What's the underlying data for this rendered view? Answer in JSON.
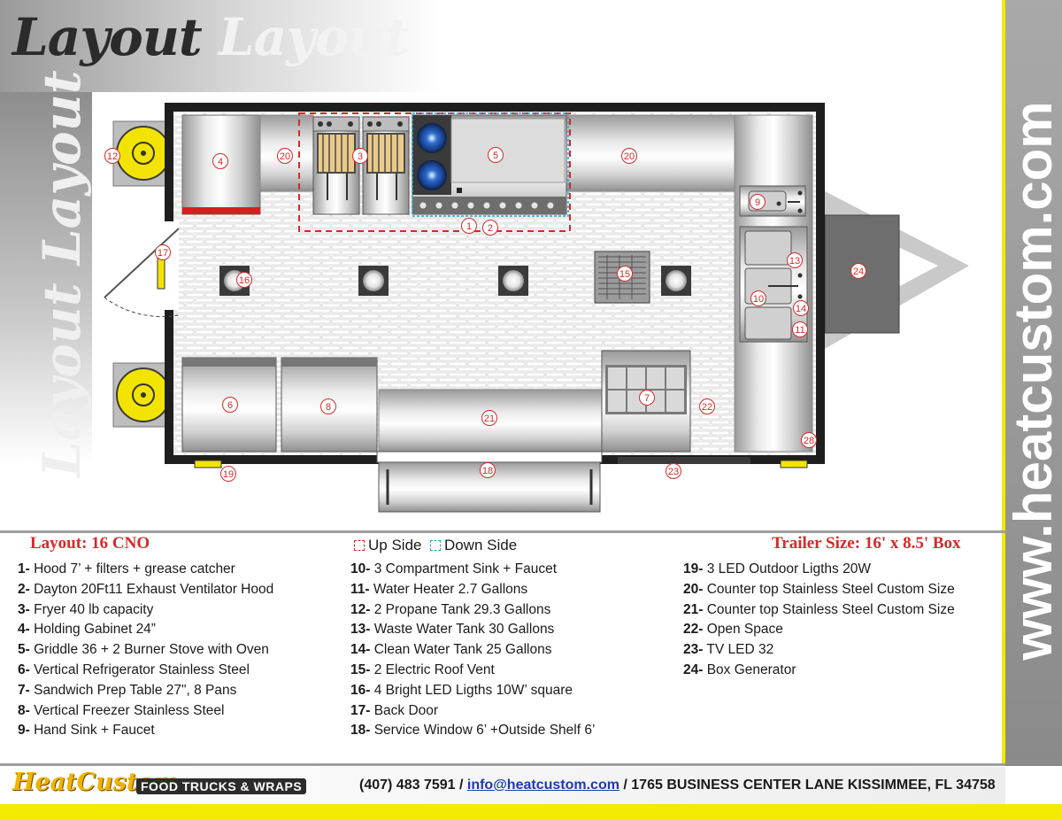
{
  "header": {
    "title_dark": "Layout",
    "title_light": "Layout",
    "side_title": "Layout Layout"
  },
  "side_url": "www.heatcustom.com",
  "layout_name": "Layout: 16 CNO",
  "trailer_size": "Trailer Size: 16' x 8.5' Box",
  "key": {
    "up": "Up Side",
    "down": "Down Side",
    "up_color": "#d42a2a",
    "down_color": "#2aa3d4"
  },
  "callouts": [
    "1",
    "2",
    "3",
    "4",
    "5",
    "6",
    "7",
    "8",
    "9",
    "10",
    "11",
    "12",
    "13",
    "14",
    "15",
    "16",
    "17",
    "18",
    "19",
    "20",
    "20",
    "21",
    "22",
    "23",
    "24",
    "28"
  ],
  "legend": [
    {
      "n": "1-",
      "t": " Hood 7’ + filters + grease catcher"
    },
    {
      "n": "2-",
      "t": " Dayton 20Ft11 Exhaust Ventilator Hood"
    },
    {
      "n": "3-",
      "t": " Fryer 40 lb capacity"
    },
    {
      "n": "4-",
      "t": " Holding Gabinet 24”"
    },
    {
      "n": "5-",
      "t": " Griddle 36 + 2 Burner  Stove with Oven"
    },
    {
      "n": "6-",
      "t": " Vertical Refrigerator Stainless Steel"
    },
    {
      "n": "7-",
      "t": " Sandwich Prep Table 27\", 8 Pans"
    },
    {
      "n": "8-",
      "t": " Vertical Freezer Stainless Steel"
    },
    {
      "n": "9-",
      "t": " Hand Sink + Faucet"
    },
    {
      "n": "10-",
      "t": "  3 Compartment Sink + Faucet"
    },
    {
      "n": "11-",
      "t": " Water Heater 2.7 Gallons"
    },
    {
      "n": "12-",
      "t": " 2 Propane Tank 29.3 Gallons"
    },
    {
      "n": "13-",
      "t": " Waste Water Tank 30 Gallons"
    },
    {
      "n": "14-",
      "t": " Clean Water Tank 25 Gallons"
    },
    {
      "n": "15-",
      "t": " 2 Electric Roof Vent"
    },
    {
      "n": "16-",
      "t": " 4 Bright LED Ligths 10W’ square"
    },
    {
      "n": "17-",
      "t": " Back Door"
    },
    {
      "n": "18-",
      "t": " Service Window 6’ +Outside Shelf 6’"
    },
    {
      "n": "19-",
      "t": " 3 LED Outdoor Ligths 20W"
    },
    {
      "n": "20-",
      "t": " Counter top Stainless Steel Custom Size"
    },
    {
      "n": "21-",
      "t": " Counter top Stainless Steel Custom Size"
    },
    {
      "n": "22-",
      "t": " Open Space"
    },
    {
      "n": "23-",
      "t": " TV LED 32"
    },
    {
      "n": "24-",
      "t": " Box Generator"
    }
  ],
  "footer": {
    "logo": "HeatCustom",
    "badge": "FOOD TRUCKS & WRAPS",
    "phone": "(407) 483 7591",
    "sep1": " / ",
    "email": " info@heatcustom.com",
    "sep2": " / ",
    "address": " 1765 BUSINESS CENTER LANE KISSIMMEE, FL 34758"
  }
}
